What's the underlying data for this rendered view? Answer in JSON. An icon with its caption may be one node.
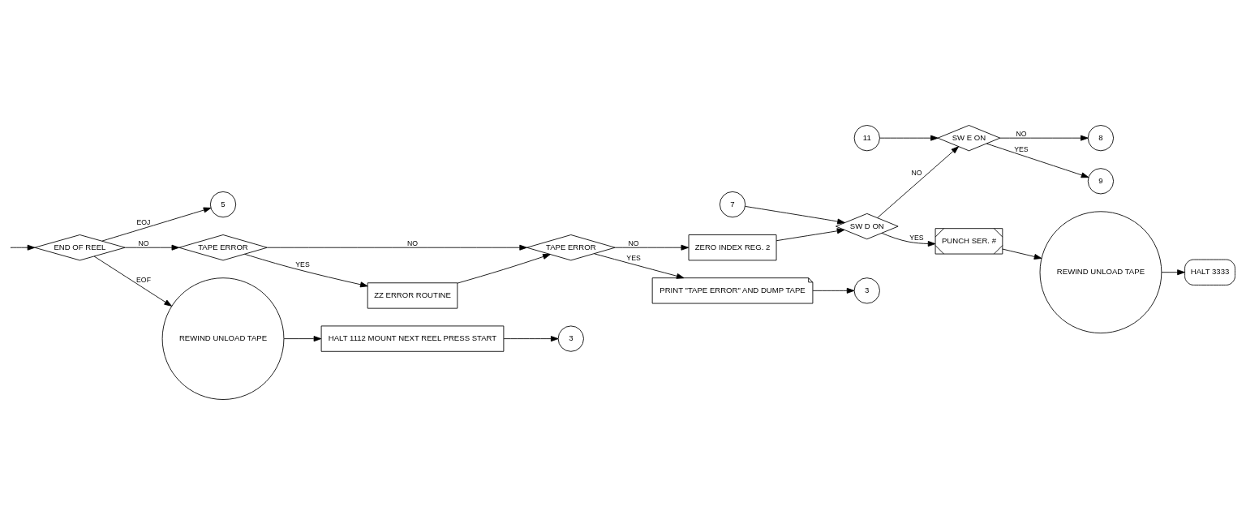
{
  "diagram": {
    "nodes": [
      {
        "text": [
          "5"
        ]
      },
      {
        "text": [
          "END OF REEL"
        ]
      },
      {
        "text": [
          "TAPE ERROR"
        ]
      },
      {
        "text": [
          "TAPE ERROR"
        ]
      },
      {
        "text": [
          "ZERO INDEX REG. 2"
        ]
      },
      {
        "text": [
          "7"
        ]
      },
      {
        "text": [
          "SW D ON"
        ]
      },
      {
        "text": [
          "11"
        ]
      },
      {
        "text": [
          "SW E ON"
        ]
      },
      {
        "text": [
          "8"
        ]
      },
      {
        "text": [
          "ZZ ERROR ROUTINE"
        ]
      },
      {
        "text": [
          "PRINT \"TAPE ERROR\" AND DUMP TAPE"
        ]
      },
      {
        "text": [
          "3"
        ]
      },
      {
        "text": [
          "PUNCH SER. #"
        ]
      },
      {
        "text": [
          "9"
        ]
      },
      {
        "text": [
          "REWIND UNLOAD TAPE"
        ]
      },
      {
        "text": [
          "REWIND UNLOAD TAPE"
        ]
      },
      {
        "text": [
          "HALT 3333"
        ]
      },
      {
        "text": [
          "HALT 1112 MOUNT NEXT REEL PRESS START"
        ]
      },
      {
        "text": [
          "3"
        ]
      }
    ],
    "edges": [
      {
        "from": null,
        "to": 1,
        "arrow": "to"
      },
      {
        "from": 1,
        "to": 0,
        "arrow": "to",
        "label": "EOJ"
      },
      {
        "from": 1,
        "to": 2,
        "arrow": "to",
        "label": "NO"
      },
      {
        "from": 1,
        "to": 15,
        "arrow": "to",
        "label": "EOF"
      },
      {
        "from": 2,
        "to": 10,
        "arrow": "to",
        "label": "YES"
      },
      {
        "from": 2,
        "to": 3,
        "arrow": "to",
        "label": "NO"
      },
      {
        "from": 10,
        "to": 3,
        "arrow": "to"
      },
      {
        "from": 3,
        "to": 11,
        "arrow": "to",
        "label": "YES"
      },
      {
        "from": 3,
        "to": 4,
        "arrow": "to",
        "label": "NO"
      },
      {
        "from": 11,
        "to": 12,
        "arrow": "to"
      },
      {
        "from": 4,
        "to": 6,
        "arrow": "to"
      },
      {
        "from": 5,
        "to": 6,
        "arrow": "to"
      },
      {
        "from": 6,
        "to": 8,
        "arrow": "to",
        "label": "NO"
      },
      {
        "from": 6,
        "to": 13,
        "arrow": "to",
        "label": "YES"
      },
      {
        "from": 13,
        "to": 16,
        "arrow": "to"
      },
      {
        "from": 16,
        "to": 17,
        "arrow": "to"
      },
      {
        "from": 7,
        "to": 8,
        "arrow": "to"
      },
      {
        "from": 8,
        "to": 9,
        "arrow": "to",
        "label": "NO"
      },
      {
        "from": 8,
        "to": 14,
        "arrow": "to",
        "label": "YES"
      },
      {
        "from": 15,
        "to": 18,
        "arrow": "to"
      },
      {
        "from": 18,
        "to": 19,
        "arrow": "to"
      }
    ]
  }
}
